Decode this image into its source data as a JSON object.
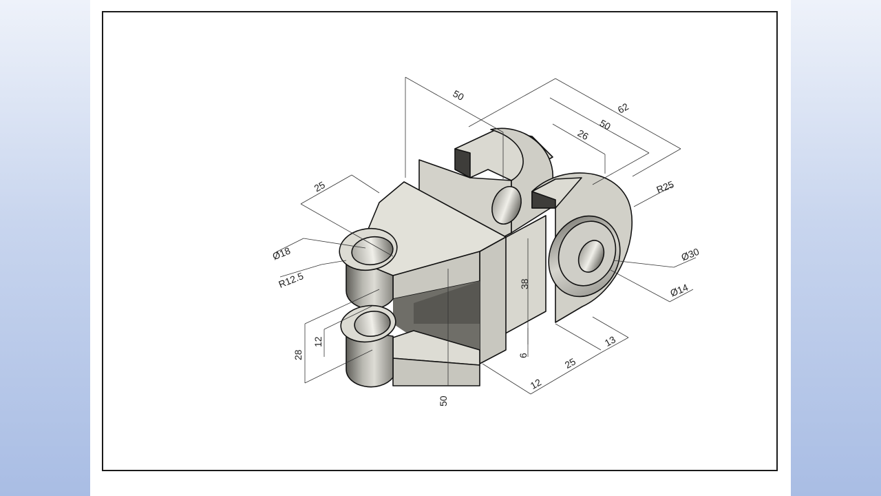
{
  "dimensions": {
    "top_offset": "50",
    "overall_length": "62",
    "mid_length": "50",
    "slot_width": "26",
    "fork_width": "25",
    "hole_dia_small": "Ø18",
    "radius_fork": "R12.5",
    "radius_boss": "R25",
    "boss_outer_dia": "Ø30",
    "boss_inner_dia": "Ø14",
    "height_block": "38",
    "fork_gap": "12",
    "fork_height": "28",
    "base_offset": "6",
    "base_len_a": "12",
    "base_len_b": "25",
    "base_len_c": "13",
    "front_len": "50"
  },
  "colors": {
    "slide_bg": "#ffffff",
    "frame": "#1a1a1a",
    "face_top": "#e3e2da",
    "face_side": "#cfcec6",
    "face_dark": "#7c7b74",
    "face_shadow": "#5b5a55"
  }
}
